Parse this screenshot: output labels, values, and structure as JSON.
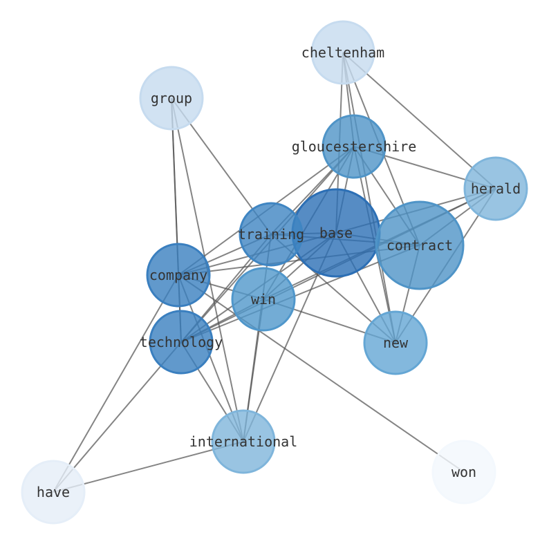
{
  "graph": {
    "nodes": [
      {
        "id": "cheltenham",
        "label": "cheltenham",
        "weight": 0.22,
        "color": "#c6dbef"
      },
      {
        "id": "group",
        "label": "group",
        "weight": 0.22,
        "color": "#c6dbef"
      },
      {
        "id": "gloucestershire",
        "label": "gloucestershire",
        "weight": 0.55,
        "color": "#4f94c7"
      },
      {
        "id": "herald",
        "label": "herald",
        "weight": 0.38,
        "color": "#7fb5db"
      },
      {
        "id": "base",
        "label": "base",
        "weight": 1.0,
        "color": "#2c6fb5"
      },
      {
        "id": "contract",
        "label": "contract",
        "weight": 0.62,
        "color": "#4f94c7"
      },
      {
        "id": "training",
        "label": "training",
        "weight": 0.65,
        "color": "#3f85c2"
      },
      {
        "id": "company",
        "label": "company",
        "weight": 0.72,
        "color": "#3a7fbf"
      },
      {
        "id": "win",
        "label": "win",
        "weight": 0.55,
        "color": "#5097cb"
      },
      {
        "id": "technology",
        "label": "technology",
        "weight": 0.75,
        "color": "#3a7fbf"
      },
      {
        "id": "new",
        "label": "new",
        "weight": 0.45,
        "color": "#64a6d4"
      },
      {
        "id": "international",
        "label": "international",
        "weight": 0.38,
        "color": "#7fb5db"
      },
      {
        "id": "have",
        "label": "have",
        "weight": 0.1,
        "color": "#e5eef8"
      },
      {
        "id": "won",
        "label": "won",
        "weight": 0.05,
        "color": "#f3f8fd"
      }
    ],
    "edges": [
      [
        "cheltenham",
        "gloucestershire"
      ],
      [
        "cheltenham",
        "base"
      ],
      [
        "cheltenham",
        "contract"
      ],
      [
        "cheltenham",
        "herald"
      ],
      [
        "cheltenham",
        "new"
      ],
      [
        "group",
        "company"
      ],
      [
        "group",
        "technology"
      ],
      [
        "group",
        "training"
      ],
      [
        "group",
        "international"
      ],
      [
        "gloucestershire",
        "herald"
      ],
      [
        "gloucestershire",
        "base"
      ],
      [
        "gloucestershire",
        "contract"
      ],
      [
        "gloucestershire",
        "training"
      ],
      [
        "gloucestershire",
        "company"
      ],
      [
        "gloucestershire",
        "win"
      ],
      [
        "gloucestershire",
        "technology"
      ],
      [
        "gloucestershire",
        "new"
      ],
      [
        "herald",
        "base"
      ],
      [
        "herald",
        "contract"
      ],
      [
        "herald",
        "win"
      ],
      [
        "herald",
        "technology"
      ],
      [
        "herald",
        "new"
      ],
      [
        "base",
        "contract"
      ],
      [
        "base",
        "training"
      ],
      [
        "base",
        "company"
      ],
      [
        "base",
        "win"
      ],
      [
        "base",
        "technology"
      ],
      [
        "base",
        "new"
      ],
      [
        "base",
        "international"
      ],
      [
        "contract",
        "training"
      ],
      [
        "contract",
        "company"
      ],
      [
        "contract",
        "technology"
      ],
      [
        "contract",
        "new"
      ],
      [
        "training",
        "company"
      ],
      [
        "training",
        "technology"
      ],
      [
        "training",
        "new"
      ],
      [
        "training",
        "international"
      ],
      [
        "company",
        "win"
      ],
      [
        "company",
        "technology"
      ],
      [
        "company",
        "international"
      ],
      [
        "company",
        "have"
      ],
      [
        "company",
        "won"
      ],
      [
        "win",
        "technology"
      ],
      [
        "win",
        "new"
      ],
      [
        "win",
        "international"
      ],
      [
        "technology",
        "international"
      ],
      [
        "technology",
        "have"
      ],
      [
        "international",
        "have"
      ]
    ]
  }
}
